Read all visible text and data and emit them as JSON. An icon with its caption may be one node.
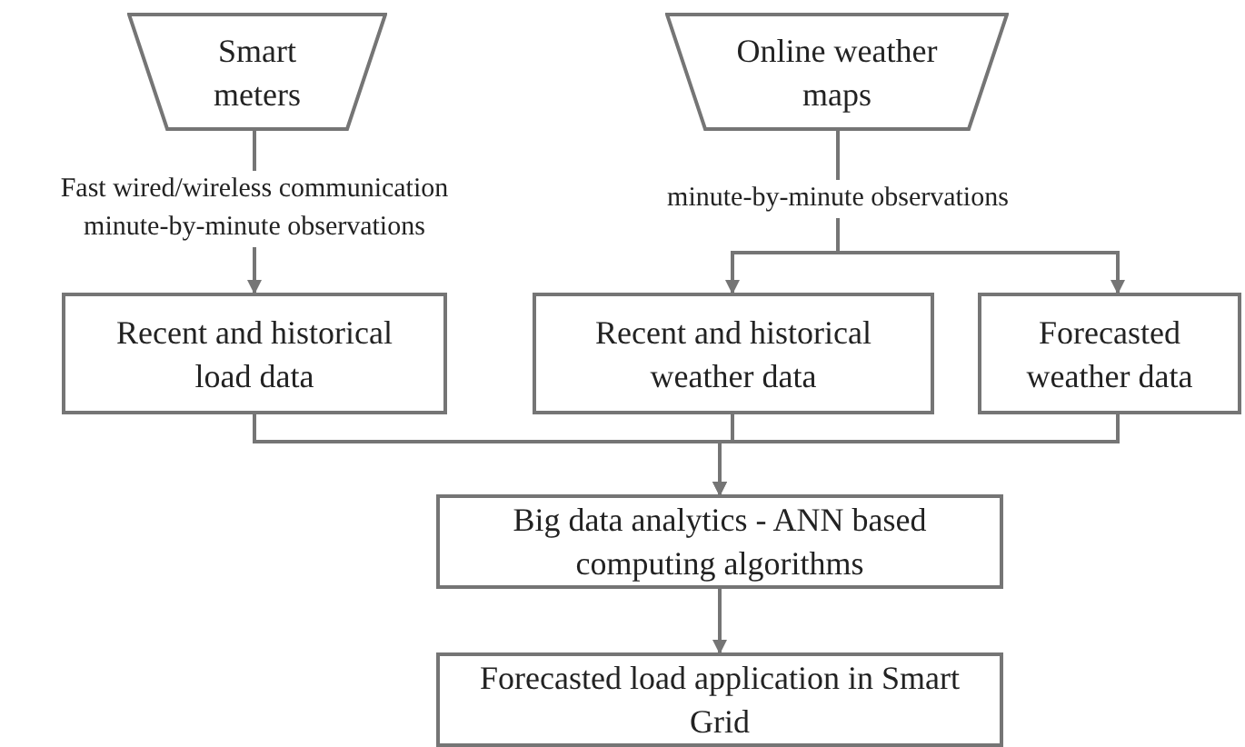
{
  "diagram": {
    "nodes": [
      {
        "text": [
          "Smart meters"
        ]
      },
      {
        "text": [
          "Online weather maps"
        ]
      },
      {
        "text": [
          "Recent and historical load data"
        ]
      },
      {
        "text": [
          "Recent and historical weather data"
        ]
      },
      {
        "text": [
          "Forecasted weather data"
        ]
      },
      {
        "text": [
          "Big data analytics - ANN based computing algorithms"
        ]
      },
      {
        "text": [
          "Forecasted load application in Smart Grid"
        ]
      }
    ],
    "edges": [
      {
        "from": 0,
        "to": 2,
        "arrow": "to",
        "label": "Fast wired/wireless communication minute-by-minute observations"
      },
      {
        "from": 1,
        "to": 3,
        "arrow": "to",
        "label": "minute-by-minute observations"
      },
      {
        "from": 1,
        "to": 4,
        "arrow": "to"
      },
      {
        "from": 2,
        "to": 5,
        "arrow": "to"
      },
      {
        "from": 3,
        "to": 5,
        "arrow": "to"
      },
      {
        "from": 4,
        "to": 5,
        "arrow": "to"
      },
      {
        "from": 5,
        "to": 6,
        "arrow": "to"
      }
    ]
  }
}
